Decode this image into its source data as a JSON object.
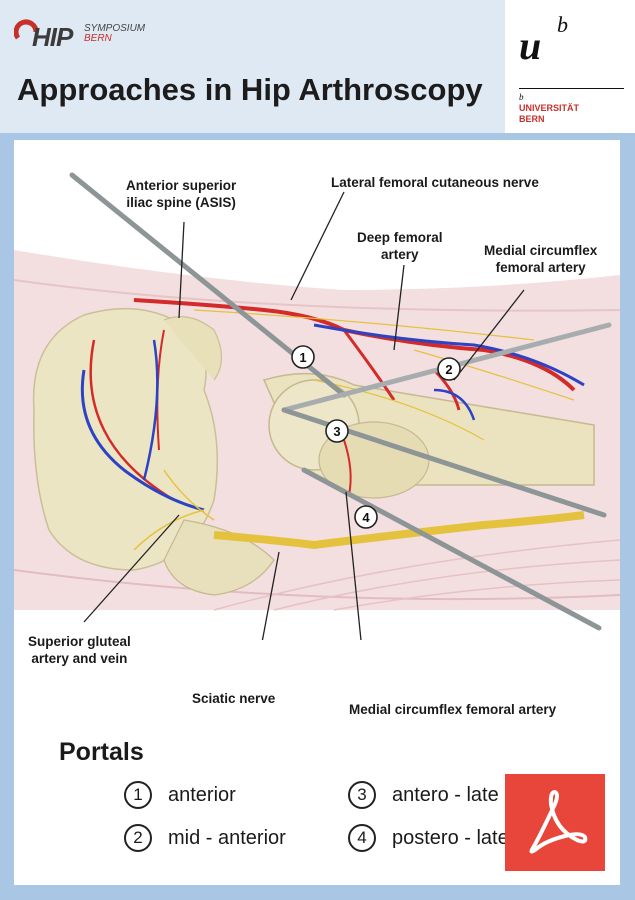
{
  "header": {
    "logo_main": "HIP",
    "logo_symposium": "SYMPOSIUM",
    "logo_city": "BERN",
    "title": "Approaches in Hip Arthroscopy"
  },
  "university": {
    "mark": "u",
    "mark_sup": "b",
    "small_b": "b",
    "name_line1": "UNIVERSITÄT",
    "name_line2": "BERN",
    "color": "#c7302a"
  },
  "labels": {
    "asis_line1": "Anterior superior",
    "asis_line2": "iliac spine (ASIS)",
    "lfcn": "Lateral femoral cutaneous nerve",
    "deep_line1": "Deep femoral",
    "deep_line2": "artery",
    "mcfa_top_line1": "Medial circumflex",
    "mcfa_top_line2": "femoral artery",
    "sgav_line1": "Superior gluteal",
    "sgav_line2": "artery and vein",
    "sciatic": "Sciatic nerve",
    "mcfa_bottom": "Medial circumflex femoral artery"
  },
  "portal_markers": [
    "1",
    "2",
    "3",
    "4"
  ],
  "portals": {
    "title": "Portals",
    "items": [
      {
        "num": "1",
        "name": "anterior"
      },
      {
        "num": "3",
        "name": "antero - late"
      },
      {
        "num": "2",
        "name": "mid - anterior"
      },
      {
        "num": "4",
        "name": "postero - late"
      }
    ]
  },
  "pdf_icon": "acrobat-pdf-icon",
  "colors": {
    "artery": "#d42a2a",
    "vein": "#2d43c4",
    "nerve": "#e8c94a",
    "bone": "#efe8c8",
    "pdf_bg": "#e8463a"
  }
}
